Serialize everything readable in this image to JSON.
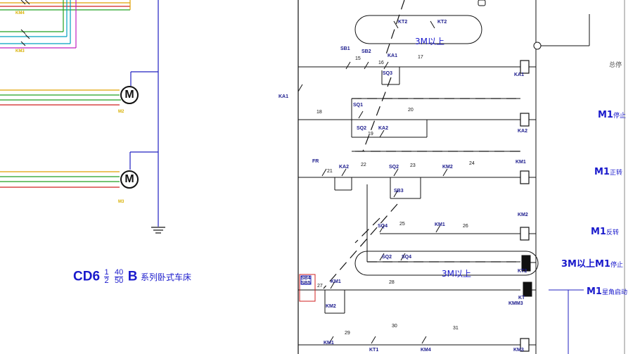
{
  "title": {
    "model": "CD6",
    "frac_left_num": "1",
    "frac_left_den": "2",
    "frac_right_num": "40",
    "frac_right_den": "50",
    "series": "B",
    "caption": "系列卧式车床"
  },
  "motors": [
    {
      "symbol": "M",
      "label": "M2"
    },
    {
      "symbol": "M",
      "label": "M3"
    }
  ],
  "left_labels": [
    "KM4",
    "KM3"
  ],
  "components": {
    "kt2_left": "KT2",
    "kt2_right": "KT2",
    "sb1": "SB1",
    "sb2": "SB2",
    "ka1_top": "KA1",
    "sq3": "SQ3",
    "ka1_left": "KA1",
    "ka1_coil": "KA1",
    "sq1": "SQ1",
    "sq2": "SQ2",
    "ka2_contact": "KA2",
    "ka2_coil": "KA2",
    "fr": "FR",
    "ka2_b": "KA2",
    "sq2_b": "SQ2",
    "km2_a": "KM2",
    "km1_coil": "KM1",
    "sb3": "SB3",
    "sq4": "SQ4",
    "km1_b": "KM1",
    "km2_coil": "KM2",
    "sq2_c": "SQ2",
    "sq4_b": "SQ4",
    "kt2_coil": "KT2",
    "sb4": "SB4",
    "sb5": "SB5",
    "km1_c": "KM1",
    "km2_c": "KM2",
    "kt_coil": "KT",
    "kmm3": "KMM3",
    "km1_d": "KM1",
    "kt1": "KT1",
    "km4": "KM4",
    "km3": "KM3"
  },
  "wire_numbers": [
    "15",
    "16",
    "17",
    "18",
    "19",
    "20",
    "21",
    "22",
    "23",
    "24",
    "25",
    "26",
    "27",
    "28",
    "29",
    "30",
    "31"
  ],
  "timer_labels": [
    "3M以上",
    "3M以上"
  ],
  "functions": {
    "total_stop": "总停",
    "m1_stop": {
      "code": "M1",
      "text": "停止"
    },
    "m1_forward": {
      "code": "M1",
      "text": "正转"
    },
    "m1_reverse": {
      "code": "M1",
      "text": "反转"
    },
    "m1_stop_3m": {
      "code": "3M以上M1",
      "text": "停止"
    },
    "m1_star_delta": {
      "code": "M1",
      "text": "星角启动"
    }
  }
}
